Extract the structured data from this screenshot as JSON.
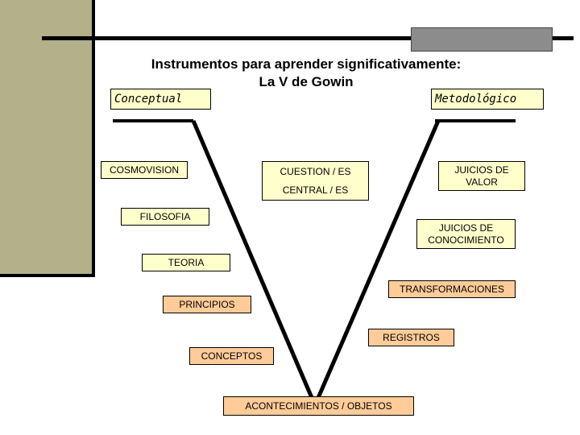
{
  "title": {
    "line1": "Instrumentos para aprender significativamente:",
    "line2": "La V de Gowin"
  },
  "headers": {
    "conceptual": "Conceptual",
    "metodologico": "Metodológico"
  },
  "conceptual_items": {
    "cosmovision": "COSMOVISION",
    "filosofia": "FILOSOFIA",
    "teoria": "TEORIA",
    "principios": "PRINCIPIOS",
    "conceptos": "CONCEPTOS"
  },
  "center": {
    "cuestion_line1": "CUESTION / ES",
    "cuestion_line2": "CENTRAL / ES",
    "acontecimientos": "ACONTECIMIENTOS / OBJETOS"
  },
  "metodologico_items": {
    "juicios_valor_1": "JUICIOS DE",
    "juicios_valor_2": "VALOR",
    "juicios_conoc_1": "JUICIOS DE",
    "juicios_conoc_2": "CONOCIMIENTO",
    "transformaciones": "TRANSFORMACIONES",
    "registros": "REGISTROS"
  },
  "colors": {
    "sidebar": "#b3b08a",
    "box_fill": "#ffffcc",
    "box_fill_orange": "#ffcc99",
    "grey_box": "#8c8c8c"
  }
}
